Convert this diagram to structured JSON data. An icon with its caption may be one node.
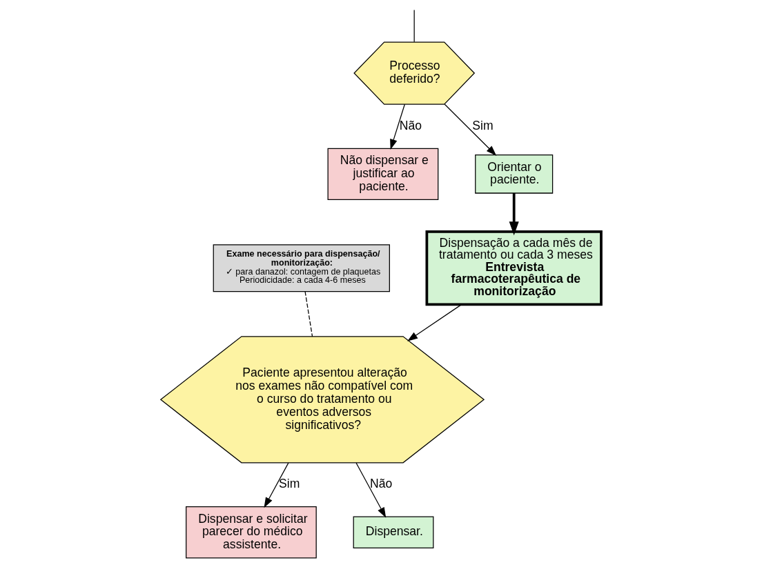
{
  "diagram": {
    "nodes": [
      {
        "text": [
          "Processo deferido?"
        ]
      },
      {
        "text": [
          "Não dispensar e justificar ao paciente."
        ]
      },
      {
        "text": [
          "Orientar o paciente."
        ]
      },
      {
        "text": [
          "Dispensação a cada mês de tratamento ou cada 3 meses",
          "Entrevista farmacoterapêutica de monitorização"
        ]
      },
      {
        "text": [
          "Exame necessário para dispensação/ monitorização:",
          "✓ para danazol: contagem de plaquetas",
          "Periodicidade: a cada 4-6 meses"
        ]
      },
      {
        "text": [
          "Paciente apresentou alteração nos exames não compatível com o curso do tratamento ou eventos adversos significativos?"
        ]
      },
      {
        "text": [
          "Dispensar e solicitar parecer do médico assistente."
        ]
      },
      {
        "text": [
          "Dispensar."
        ]
      }
    ],
    "edges": [
      {
        "from": null,
        "to": 0,
        "arrow": "none"
      },
      {
        "from": 0,
        "to": 1,
        "arrow": "to",
        "label": "Não"
      },
      {
        "from": 0,
        "to": 2,
        "arrow": "to",
        "label": "Sim"
      },
      {
        "from": 2,
        "to": 3,
        "arrow": "to",
        "style": "thick"
      },
      {
        "from": 3,
        "to": 5,
        "arrow": "to"
      },
      {
        "from": 4,
        "to": 5,
        "arrow": "none",
        "style": "dashed"
      },
      {
        "from": 5,
        "to": 6,
        "arrow": "to",
        "label": "Sim"
      },
      {
        "from": 5,
        "to": 7,
        "arrow": "to",
        "label": "Não"
      }
    ]
  }
}
